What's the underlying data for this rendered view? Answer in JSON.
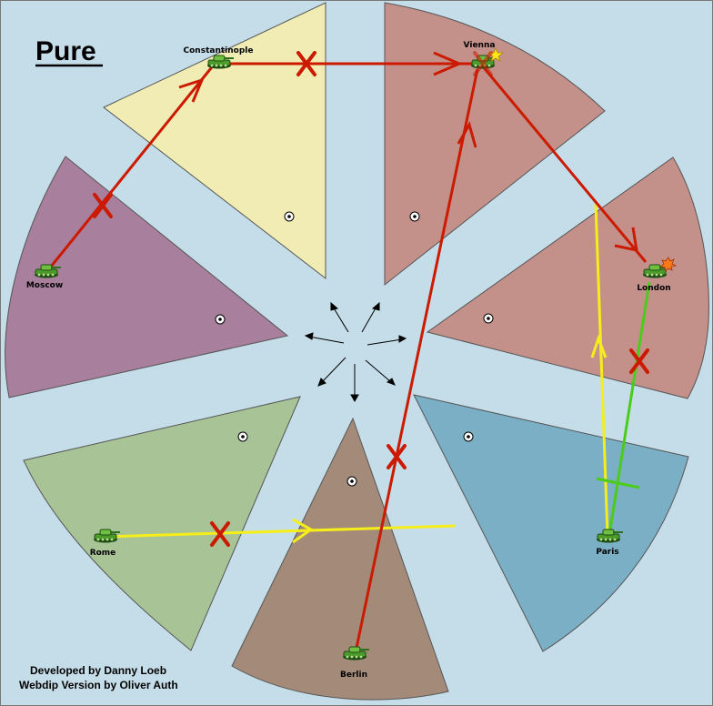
{
  "map": {
    "title": "Pure",
    "background_color": "#c5dde8",
    "credits": [
      "Developed by Danny Loeb",
      "Webdip Version by Oliver Auth"
    ]
  },
  "territories": [
    {
      "id": "constantinople",
      "label": "Constantinople",
      "color": "#f0ecb4",
      "has_unit": true,
      "unit": "army"
    },
    {
      "id": "vienna",
      "label": "Vienna",
      "color": "#c4908a",
      "has_unit": true,
      "unit": "army",
      "marker": "star"
    },
    {
      "id": "london",
      "label": "London",
      "color": "#c4908a",
      "has_unit": true,
      "unit": "army",
      "marker": "burst"
    },
    {
      "id": "paris",
      "label": "Paris",
      "color": "#7aafc5",
      "has_unit": true,
      "unit": "army"
    },
    {
      "id": "berlin",
      "label": "Berlin",
      "color": "#a38a79",
      "has_unit": true,
      "unit": "army"
    },
    {
      "id": "rome",
      "label": "Rome",
      "color": "#a8c497",
      "has_unit": true,
      "unit": "army"
    },
    {
      "id": "moscow",
      "label": "Moscow",
      "color": "#a87f9d",
      "has_unit": true,
      "unit": "army"
    }
  ],
  "orders": [
    {
      "from": "Moscow",
      "to": "Constantinople",
      "type": "move",
      "color": "#cc1a00",
      "failed": true
    },
    {
      "from": "Constantinople",
      "to": "Vienna",
      "type": "move",
      "color": "#cc1a00",
      "failed": true
    },
    {
      "from": "Vienna",
      "to": "London",
      "type": "move",
      "color": "#cc1a00",
      "failed": false
    },
    {
      "from": "Berlin",
      "to": "Vienna",
      "type": "move",
      "color": "#cc1a00",
      "failed": true
    },
    {
      "from": "Rome",
      "to": "Berlin",
      "type": "move",
      "color": "#f5ee1a",
      "failed": true
    },
    {
      "from": "Paris",
      "to": "London",
      "type": "support",
      "color": "#f5ee1a",
      "failed": false
    },
    {
      "from": "London",
      "to": "Paris",
      "type": "hold-support",
      "color": "#4ccc1a",
      "failed": true
    }
  ],
  "legend": {
    "fail_mark_color": "#cc1a00"
  }
}
